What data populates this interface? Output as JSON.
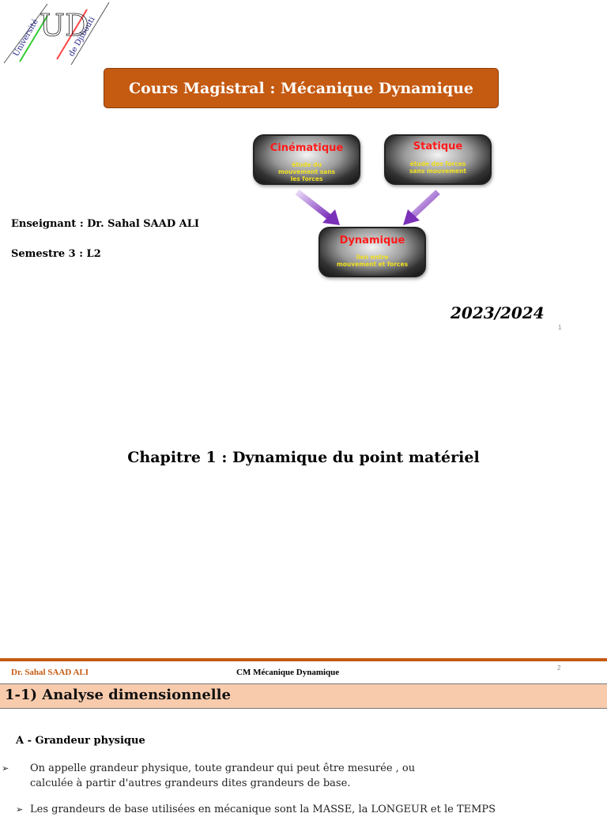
{
  "logo": {
    "text_left": "Université",
    "text_right": "de Djibouti",
    "monogram": "UD"
  },
  "slide1": {
    "title": "Cours Magistral :  Mécanique Dynamique",
    "diagram": {
      "nodes": [
        {
          "title": "Cinématique",
          "subtitle": "étude du mouvement sans les forces"
        },
        {
          "title": "Statique",
          "subtitle": "étude des forces sans mouvement"
        },
        {
          "title": "Dynamique",
          "subtitle": "lien entre mouvement et forces"
        }
      ],
      "arrow_color": "#8e44c4"
    },
    "teacher": "Enseignant : Dr. Sahal SAAD ALI",
    "semester": "Semestre 3 : L2",
    "year": "2023/2024",
    "page_number": "1",
    "chapter": "Chapitre 1 : Dynamique du point matériel"
  },
  "slide2": {
    "footer_author": "Dr. Sahal SAAD ALI",
    "footer_course": "CM Mécanique Dynamique",
    "page_number": "2",
    "section_title": "1-1)  Analyse dimensionnelle",
    "subsection": "A -  Grandeur physique",
    "bullets": [
      "On appelle grandeur physique, toute grandeur qui peut être mesurée , ou calculée à partir d'autres grandeurs dites grandeurs de base.",
      "Les grandeurs de base utilisées en mécanique sont la MASSE, la LONGEUR et le TEMPS"
    ]
  },
  "colors": {
    "accent": "#c55a11",
    "section_bg": "#f8cbad"
  }
}
